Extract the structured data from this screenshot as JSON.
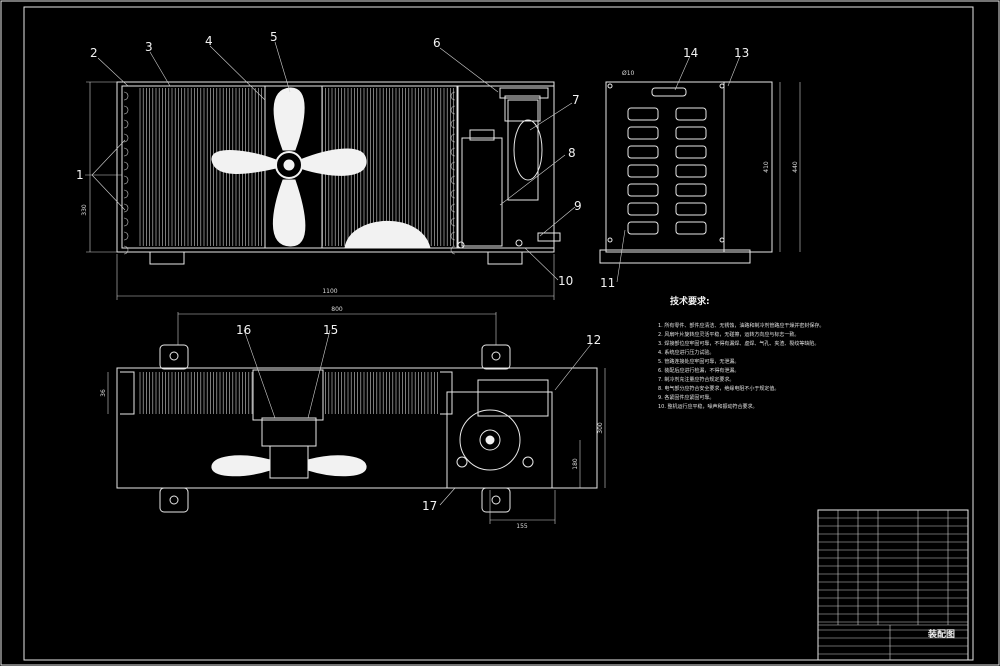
{
  "part_labels": [
    "1",
    "2",
    "3",
    "4",
    "5",
    "6",
    "7",
    "8",
    "9",
    "10",
    "11",
    "12",
    "13",
    "14",
    "15",
    "16",
    "17"
  ],
  "dimensions": {
    "overall_width": "1100",
    "mount_span": "800",
    "front_height": "330",
    "side_height_inner": "410",
    "side_height_outer": "440",
    "side_top": "Ø10",
    "plan_depth": "300",
    "plan_left": "36",
    "plan_compressor_w": "155",
    "plan_compressor_h": "180"
  },
  "tech_requirements": {
    "title": "技术要求:",
    "items": [
      "1. 所有零件、部件应清洁、无锈蚀，油路和制冷剂管路应干燥并密封保存。",
      "2. 风扇叶片旋转应灵活平稳，无碰擦，运转方向应与标志一致。",
      "3. 焊接部位应牢固可靠，不得有漏焊、虚焊、气孔、夹渣、裂纹等缺陷。",
      "4. 系统应进行压力试验。",
      "5. 管路连接处应牢固可靠，无泄漏。",
      "6. 装配后应进行检漏，不得有泄漏。",
      "7. 制冷剂充注量应符合规定要求。",
      "8. 电气部分应符合安全要求，绝缘电阻不小于规定值。",
      "9. 各紧固件应紧固可靠。",
      "10. 整机运行应平稳，噪声和振动符合要求。"
    ]
  },
  "title_block": {
    "drawing_name": "装配图"
  }
}
